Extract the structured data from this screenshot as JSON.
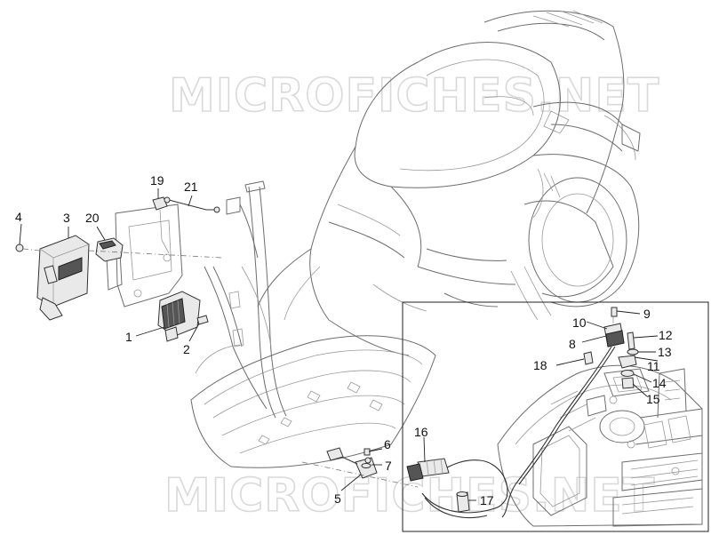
{
  "watermark": {
    "top": "MICROFICHES.NET",
    "bottom": "MICROFICHES.NET"
  },
  "callouts": [
    "1",
    "2",
    "3",
    "4",
    "5",
    "6",
    "7",
    "8",
    "9",
    "10",
    "11",
    "12",
    "13",
    "14",
    "15",
    "16",
    "17",
    "18",
    "19",
    "20",
    "21"
  ]
}
